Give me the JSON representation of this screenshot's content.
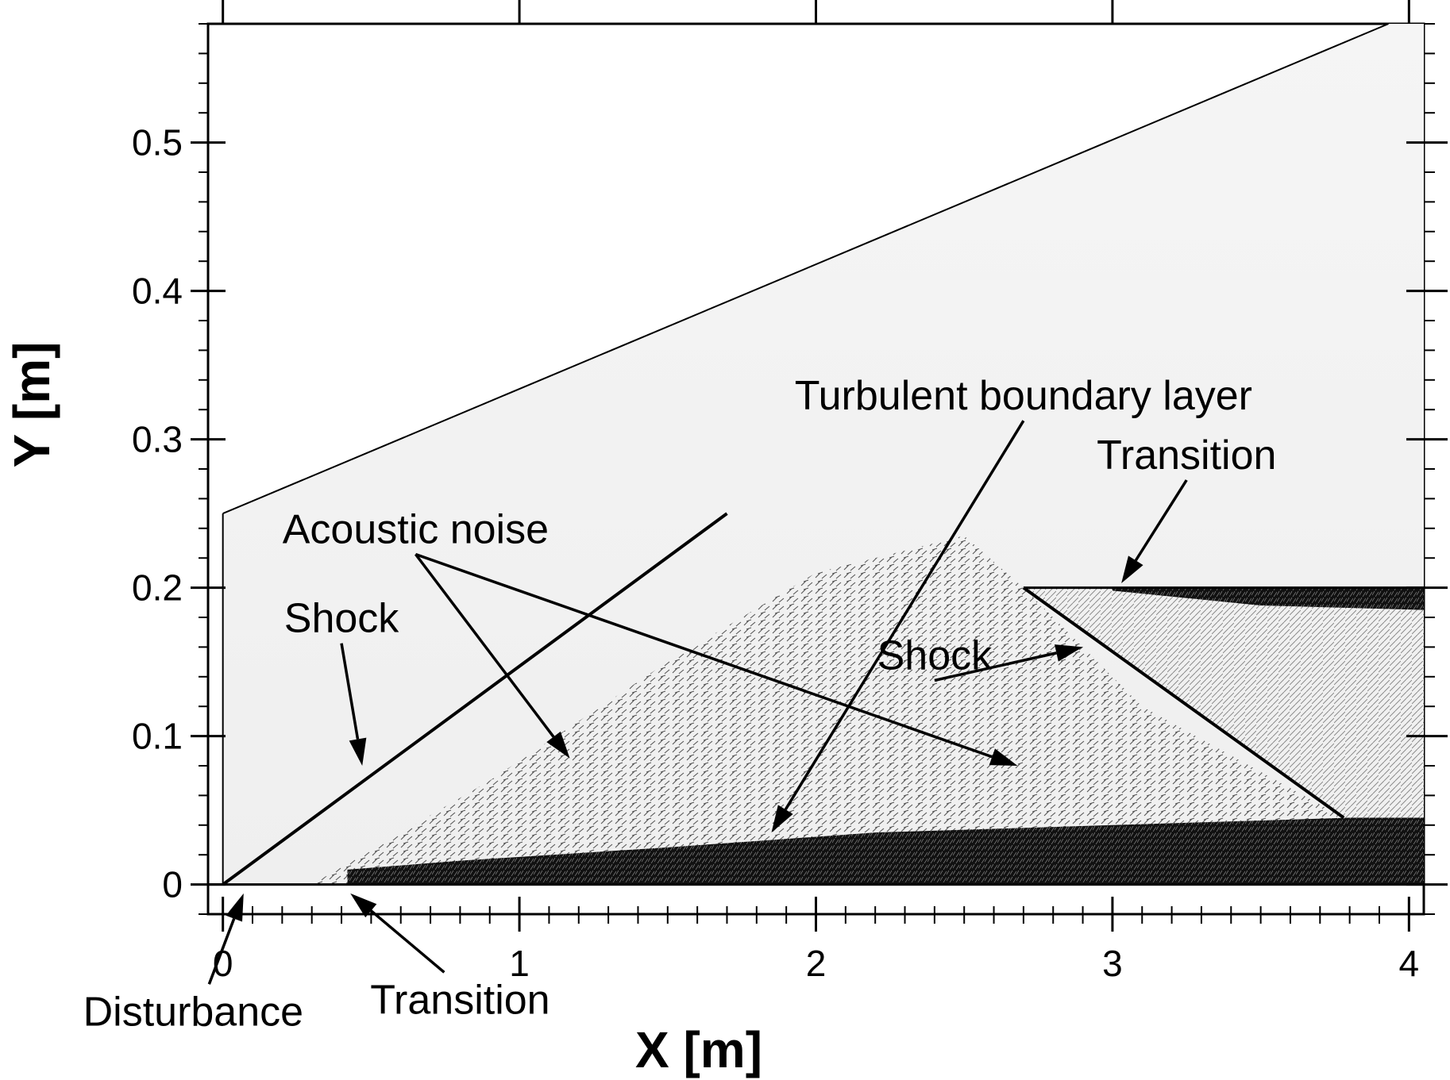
{
  "chart_data": {
    "type": "field-contour",
    "xlabel": "X [m]",
    "ylabel": "Y [m]",
    "xlim": [
      -0.05,
      4.05
    ],
    "ylim": [
      -0.02,
      0.58
    ],
    "x_ticks": [
      "0",
      "1",
      "2",
      "3",
      "4"
    ],
    "y_ticks": [
      "0",
      "0.1",
      "0.2",
      "0.3",
      "0.4",
      "0.5"
    ],
    "x_tick_values": [
      0,
      1,
      2,
      3,
      4
    ],
    "y_tick_values": [
      0,
      0.1,
      0.2,
      0.3,
      0.4,
      0.5
    ],
    "colormap": "grayscale",
    "annotations": [
      {
        "text": "Turbulent boundary layer",
        "anchor": [
          2.7,
          0.32
        ],
        "targets": [
          [
            1.85,
            0.035
          ]
        ]
      },
      {
        "text": "Acoustic noise",
        "anchor": [
          0.65,
          0.23
        ],
        "targets": [
          [
            1.17,
            0.085
          ],
          [
            2.68,
            0.08
          ]
        ]
      },
      {
        "text": "Shock",
        "anchor": [
          0.4,
          0.17
        ],
        "targets": [
          [
            0.47,
            0.08
          ]
        ]
      },
      {
        "text": "Shock",
        "anchor": [
          2.4,
          0.145
        ],
        "targets": [
          [
            2.9,
            0.16
          ]
        ]
      },
      {
        "text": "Transition",
        "anchor": [
          3.25,
          0.28
        ],
        "targets": [
          [
            3.03,
            0.203
          ]
        ]
      },
      {
        "text": "Disturbance",
        "anchor": [
          -0.1,
          -0.095
        ],
        "targets": [
          [
            0.07,
            -0.006
          ]
        ]
      },
      {
        "text": "Transition",
        "anchor": [
          0.8,
          -0.087
        ],
        "targets": [
          [
            0.43,
            -0.006
          ]
        ]
      }
    ],
    "features": {
      "outer_shock": [
        [
          0,
          0.25
        ],
        [
          4.05,
          0.59
        ]
      ],
      "oblique_shock": [
        [
          0,
          0
        ],
        [
          1.7,
          0.25
        ]
      ],
      "generator_plate_y": 0.2,
      "generator_plate_x": [
        2.7,
        4.05
      ],
      "reflected_shock": [
        [
          2.7,
          0.2
        ],
        [
          3.78,
          0.045
        ]
      ],
      "boundary_layer_transition_x": 0.42
    }
  }
}
